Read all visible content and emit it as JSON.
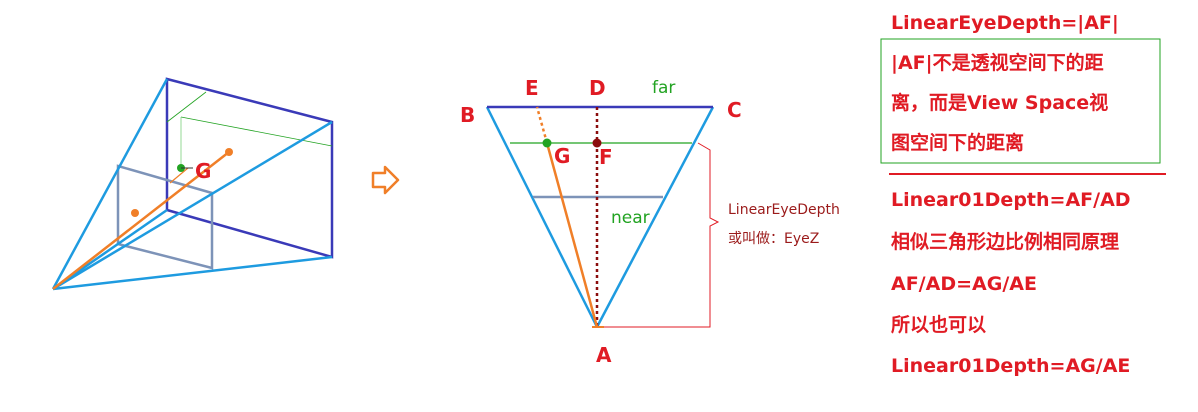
{
  "left_diagram": {
    "point_label": "G"
  },
  "arrow_icon": "hollow-right-arrow",
  "middle_diagram": {
    "labels": {
      "E": "E",
      "D": "D",
      "B": "B",
      "C": "C",
      "G": "G",
      "F": "F",
      "A": "A"
    },
    "far_label": "far",
    "near_label": "near",
    "bracket_note_line1": "LinearEyeDepth",
    "bracket_note_line2": "或叫做：EyeZ"
  },
  "right_panel": {
    "title": "LinearEyeDepth=|AF|",
    "box_lines": [
      "|AF|不是透视空间下的距",
      "离，而是View Space视",
      "图空间下的距离"
    ],
    "lines": [
      "Linear01Depth=AF/AD",
      "相似三角形边比例相同原理",
      "AF/AD=AG/AE",
      "所以也可以",
      "Linear01Depth=AG/AE"
    ]
  },
  "colors": {
    "red": "#e01b24",
    "cyan_blue": "#1e9be0",
    "dark_blue": "#3a3ab8",
    "orange": "#f07f28",
    "green": "#22a322",
    "dark_red": "#8b0d0d",
    "gray_blue": "#7d93b8"
  }
}
